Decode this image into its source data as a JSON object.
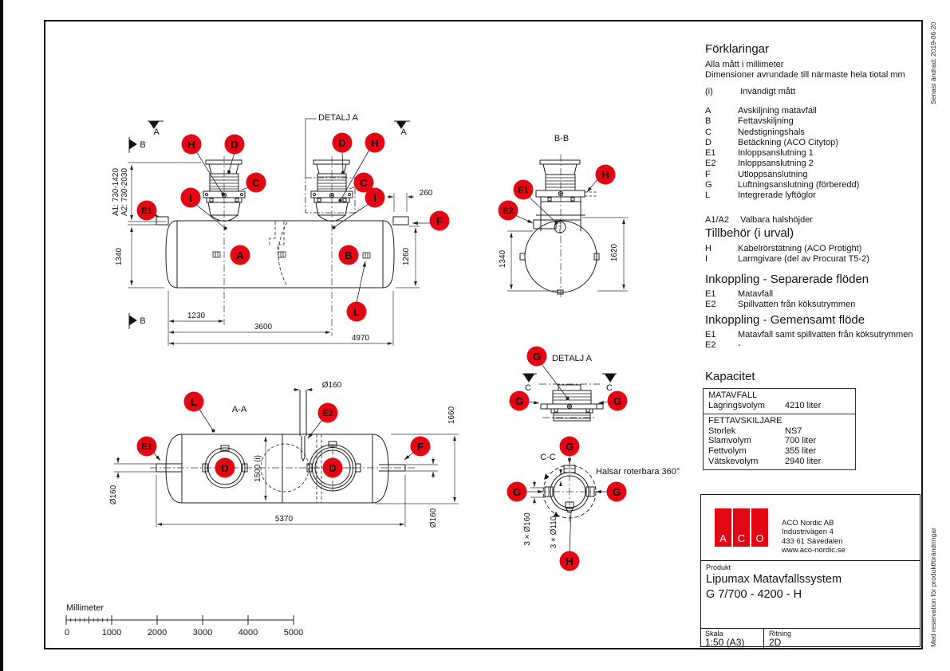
{
  "page": {
    "edge_note_top": "Senast ändrad: 2019-06-20",
    "edge_note_bottom": "Med reservation för produktförändringar"
  },
  "legend": {
    "title": "Förklaringar",
    "note1": "Alla mått i millimeter",
    "note2": "Dimensioner avrundade till närmaste hela tiotal mm",
    "inner_dim": {
      "key": "(i)",
      "label": "Invändigt mått"
    },
    "items": [
      {
        "key": "A",
        "label": "Avskiljning matavfall"
      },
      {
        "key": "B",
        "label": "Fettavskiljning"
      },
      {
        "key": "C",
        "label": "Nedstigningshals"
      },
      {
        "key": "D",
        "label": "Betäckning (ACO Citytop)"
      },
      {
        "key": "E1",
        "label": "Inloppsanslutning 1"
      },
      {
        "key": "E2",
        "label": "Inloppsanslutning 2"
      },
      {
        "key": "F",
        "label": "Utloppsanslutning"
      },
      {
        "key": "G",
        "label": "Luftningsanslutning (förberedd)"
      },
      {
        "key": "L",
        "label": "Integrerade lyftöglor"
      }
    ],
    "neck": {
      "key": "A1/A2",
      "label": "Valbara halshöjder"
    }
  },
  "accessories": {
    "title": "Tillbehör (i urval)",
    "items": [
      {
        "key": "H",
        "label": "Kabelrörstätning (ACO Protight)"
      },
      {
        "key": "I",
        "label": "Larmgivare (del av Procurat T5-2)"
      }
    ]
  },
  "separate_flows": {
    "title": "Inkoppling - Separerade flöden",
    "items": [
      {
        "key": "E1",
        "label": "Matavfall"
      },
      {
        "key": "E2",
        "label": "Spillvatten från köksutrymmen"
      }
    ]
  },
  "common_flow": {
    "title": "Inkoppling - Gemensamt flöde",
    "items": [
      {
        "key": "E1",
        "label": "Matavfall samt spillvatten från köksutrymmen"
      },
      {
        "key": "E2",
        "label": "-"
      }
    ]
  },
  "capacity": {
    "title": "Kapacitet",
    "sections": [
      {
        "header": "MATAVFALL",
        "rows": [
          {
            "label": "Lagringsvolym",
            "value": "4210 liter"
          }
        ]
      },
      {
        "header": "FETTAVSKILJARE",
        "rows": [
          {
            "label": "Storlek",
            "value": "NS7"
          },
          {
            "label": "Slamvolym",
            "value": "700 liter"
          },
          {
            "label": "Fettvolym",
            "value": "355 liter"
          },
          {
            "label": "Vätskevolym",
            "value": "2940 liter"
          }
        ]
      }
    ]
  },
  "title_block": {
    "logo_letters": [
      "A",
      "C",
      "O"
    ],
    "logo_color": "#e30613",
    "company": [
      "ACO Nordic AB",
      "Industrivägen 4",
      "433 61  Sävedalen",
      "www.aco-nordic.se"
    ],
    "product_label": "Produkt",
    "product_line1": "Lipumax Matavfallssystem",
    "product_line2": "G 7/700 - 4200 - H",
    "scale_label": "Skala",
    "scale_value": "1:50 (A3)",
    "drawing_label": "Ritning",
    "drawing_value": "2D"
  },
  "drawing": {
    "marker_color": "#e30613",
    "markers": {
      "A": "A",
      "B": "B",
      "C": "C",
      "D": "D",
      "E1": "E1",
      "E2": "E2",
      "F": "F",
      "G": "G",
      "H": "H",
      "I": "I",
      "L": "L"
    },
    "views": {
      "aa": "A-A",
      "bb": "B-B",
      "cc": "C-C",
      "detail": "DETALJ A"
    },
    "section_letters": {
      "a": "A",
      "b": "B",
      "c": "C"
    },
    "dims": {
      "a1": "A1: 730-1420",
      "a2": "A2: 730-2030",
      "h1340": "1340",
      "o260": "260",
      "h1260": "1260",
      "w1230": "1230",
      "w3600": "3600",
      "w4970": "4970",
      "bb1340": "1340",
      "bb1620": "1620",
      "d160": "Ø160",
      "h1660": "1660",
      "w1500": "1500 (i)",
      "w5370": "5370",
      "rot_note": "Halsar roterbara 360°",
      "g160": "3 × Ø160",
      "g110": "3 × Ø110"
    },
    "scalebar": {
      "label": "Millimeter",
      "ticks": [
        "0",
        "1000",
        "2000",
        "3000",
        "4000",
        "5000"
      ]
    }
  }
}
